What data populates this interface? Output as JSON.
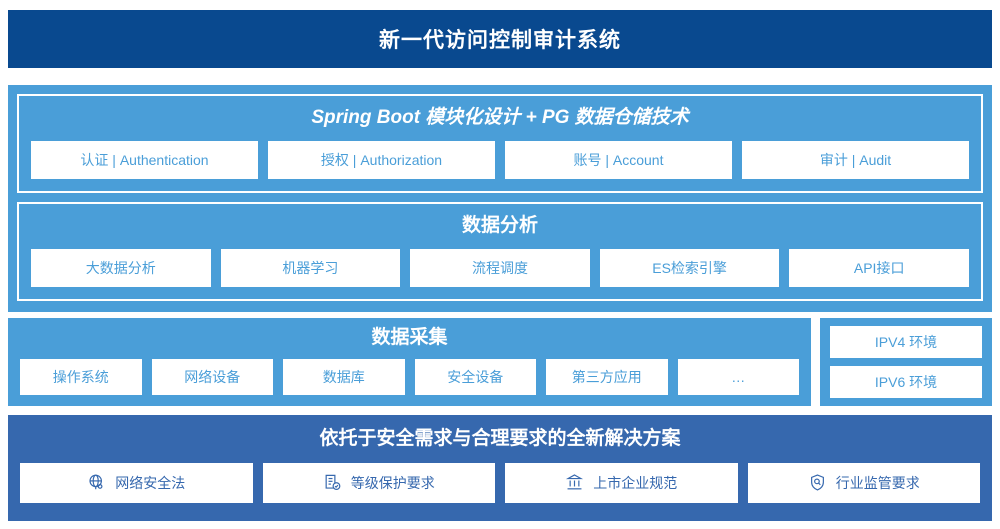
{
  "header": {
    "title": "新一代访问控制审计系统"
  },
  "colors": {
    "title_bar": "#09498f",
    "panel_light_blue": "#4a9ed8",
    "panel_medium_blue": "#3668ae",
    "chip_background": "#ffffff"
  },
  "platform": {
    "modules": {
      "heading": "Spring Boot 模块化设计 + PG 数据仓储技术",
      "items": [
        {
          "label": "认证 | Authentication"
        },
        {
          "label": "授权 | Authorization"
        },
        {
          "label": "账号 | Account"
        },
        {
          "label": "审计 | Audit"
        }
      ]
    },
    "analysis": {
      "heading": "数据分析",
      "items": [
        {
          "label": "大数据分析"
        },
        {
          "label": "机器学习"
        },
        {
          "label": "流程调度"
        },
        {
          "label": "ES检索引擎"
        },
        {
          "label": "API接口"
        }
      ]
    }
  },
  "collection": {
    "heading": "数据采集",
    "items": [
      {
        "label": "操作系统"
      },
      {
        "label": "网络设备"
      },
      {
        "label": "数据库"
      },
      {
        "label": "安全设备"
      },
      {
        "label": "第三方应用"
      },
      {
        "label": "…"
      }
    ]
  },
  "environments": {
    "items": [
      {
        "label": "IPV4 环境"
      },
      {
        "label": "IPV6 环境"
      }
    ]
  },
  "compliance": {
    "heading": "依托于安全需求与合理要求的全新解决方案",
    "items": [
      {
        "label": "网络安全法",
        "icon": "globe-network-icon"
      },
      {
        "label": "等级保护要求",
        "icon": "document-check-icon"
      },
      {
        "label": "上市企业规范",
        "icon": "bank-building-icon"
      },
      {
        "label": "行业监管要求",
        "icon": "shield-search-icon"
      }
    ]
  }
}
